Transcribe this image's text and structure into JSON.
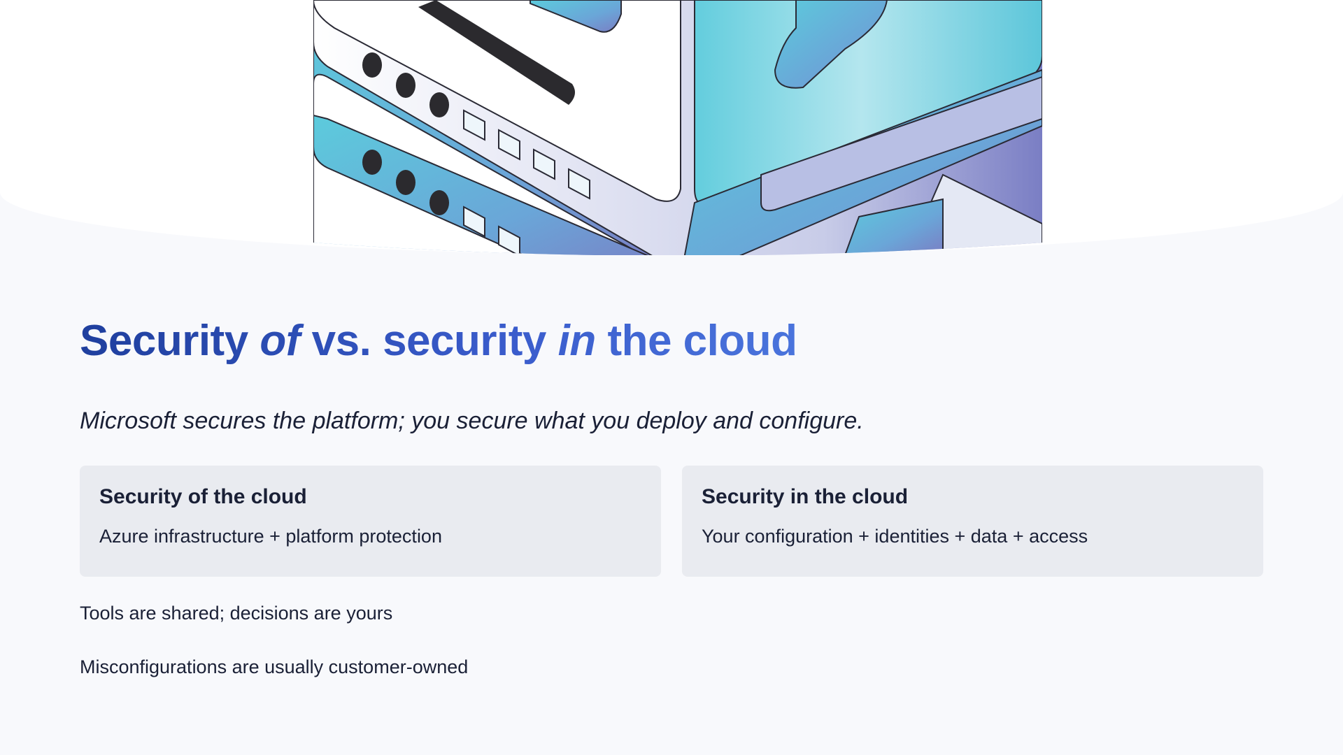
{
  "slide": {
    "title": {
      "part1": "Security ",
      "em1": "of",
      "part2": " vs. security ",
      "em2": "in",
      "part3": " the cloud"
    },
    "subtitle": "Microsoft secures the platform; you secure what you deploy and configure.",
    "cards": [
      {
        "heading": "Security of the cloud",
        "body": "Azure infrastructure + platform protection"
      },
      {
        "heading": "Security in the cloud",
        "body": "Your configuration + identities + data + access"
      }
    ],
    "bullets": [
      "Tools are shared; decisions are yours",
      "Misconfigurations are usually customer-owned"
    ],
    "colors": {
      "title_start": "#1f3f9e",
      "title_end": "#4a74dc",
      "card_bg": "#e9ebf0",
      "page_bg": "#f8f9fc"
    }
  }
}
